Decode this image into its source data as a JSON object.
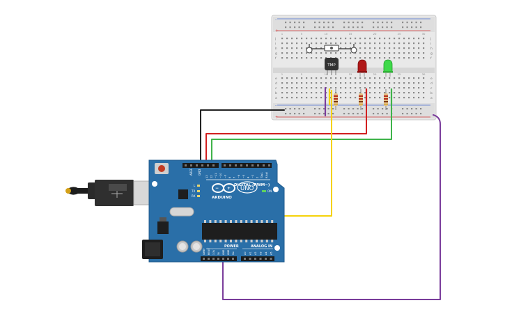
{
  "breadboard": {
    "row_letters_top": [
      "j",
      "i",
      "h",
      "g",
      "f"
    ],
    "row_letters_bottom": [
      "e",
      "d",
      "c",
      "b",
      "a"
    ],
    "rail_plus": "+",
    "rail_minus": "-",
    "column_numbers": [
      "1",
      "5",
      "10",
      "15",
      "20",
      "25",
      "30"
    ]
  },
  "components": {
    "sensor_label": "TMP",
    "pot_label": "",
    "led_red_color": "#b01818",
    "led_green_color": "#3fd94a"
  },
  "arduino": {
    "brand": "ARDUINO",
    "model": "UNO",
    "digital_label": "DIGITAL (PWM~)",
    "power_label": "POWER",
    "analog_label": "ANALOG IN",
    "on_label": "ON",
    "tx_label": "TX",
    "rx_label": "RX",
    "l_label": "L",
    "aref_label": "AREF",
    "gnd_label": "GND",
    "digital_pins": [
      "13",
      "12",
      "~11",
      "~10",
      "~9",
      "8",
      "7",
      "~6",
      "~5",
      "4",
      "~3",
      "2",
      "TX▸1",
      "RX◂0"
    ],
    "analog_pins": [
      "A0",
      "A1",
      "A2",
      "A3",
      "A4",
      "A5"
    ],
    "power_pins": [
      "IOREF",
      "RESET",
      "3.3V",
      "5V",
      "GND",
      "GND",
      "Vin"
    ],
    "board_color": "#2a6fa8"
  },
  "wires": {
    "black": "#222222",
    "red": "#d21f1f",
    "green": "#3fb34a",
    "yellow": "#f5d20a",
    "purple": "#7a3d9b"
  }
}
